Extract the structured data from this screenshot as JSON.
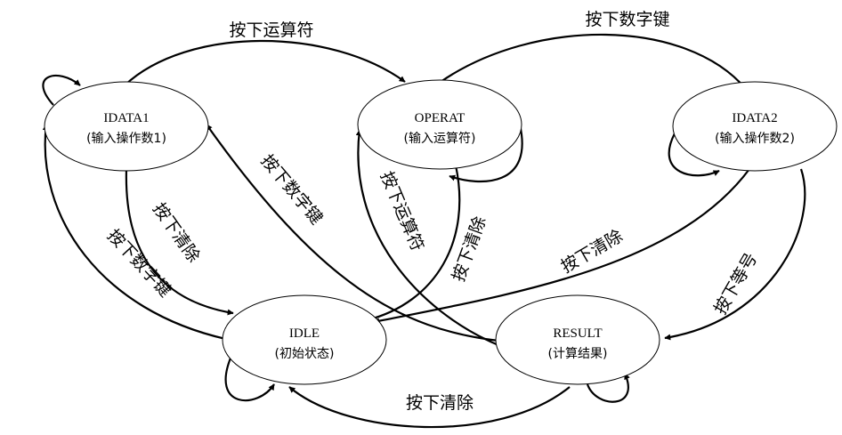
{
  "states": {
    "idata1": {
      "name": "IDATA1",
      "desc": "(输入操作数1)"
    },
    "operat": {
      "name": "OPERAT",
      "desc": "(输入运算符)"
    },
    "idata2": {
      "name": "IDATA2",
      "desc": "(输入操作数2)"
    },
    "idle": {
      "name": "IDLE",
      "desc": "(初始状态)"
    },
    "result": {
      "name": "RESULT",
      "desc": "(计算结果)"
    }
  },
  "transitions": {
    "idata1_to_operat": "按下运算符",
    "operat_to_idata2": "按下数字键",
    "idle_to_idata1": "按下数字键",
    "idata1_to_idle": "按下清除",
    "result_to_idata1": "按下数字键",
    "result_to_operat": "按下运算符",
    "operat_to_idle": "按下清除",
    "idata2_to_idle": "按下清除",
    "idata2_to_result": "按下等号",
    "result_to_idle": "按下清除"
  }
}
